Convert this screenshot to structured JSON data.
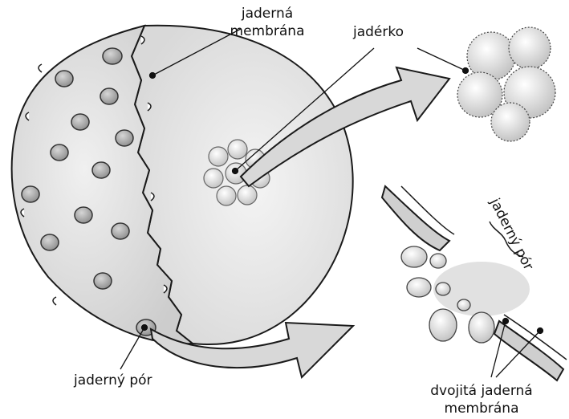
{
  "labels": {
    "nuclear_membrane_line1": "jaderná",
    "nuclear_membrane_line2": "membrána",
    "nucleolus": "jadérko",
    "nuclear_pore_bottom": "jaderný pór",
    "nuclear_pore_rotated": "jaderný pór",
    "double_membrane_line1": "dvojitá jaderná",
    "double_membrane_line2": "membrána"
  },
  "colors": {
    "line": "#1a1a1a",
    "fill": "#ececec",
    "shade": "#cfcfcf",
    "arrow_fill": "#d8d8d8",
    "pore_fill": "#a9a9a9"
  }
}
